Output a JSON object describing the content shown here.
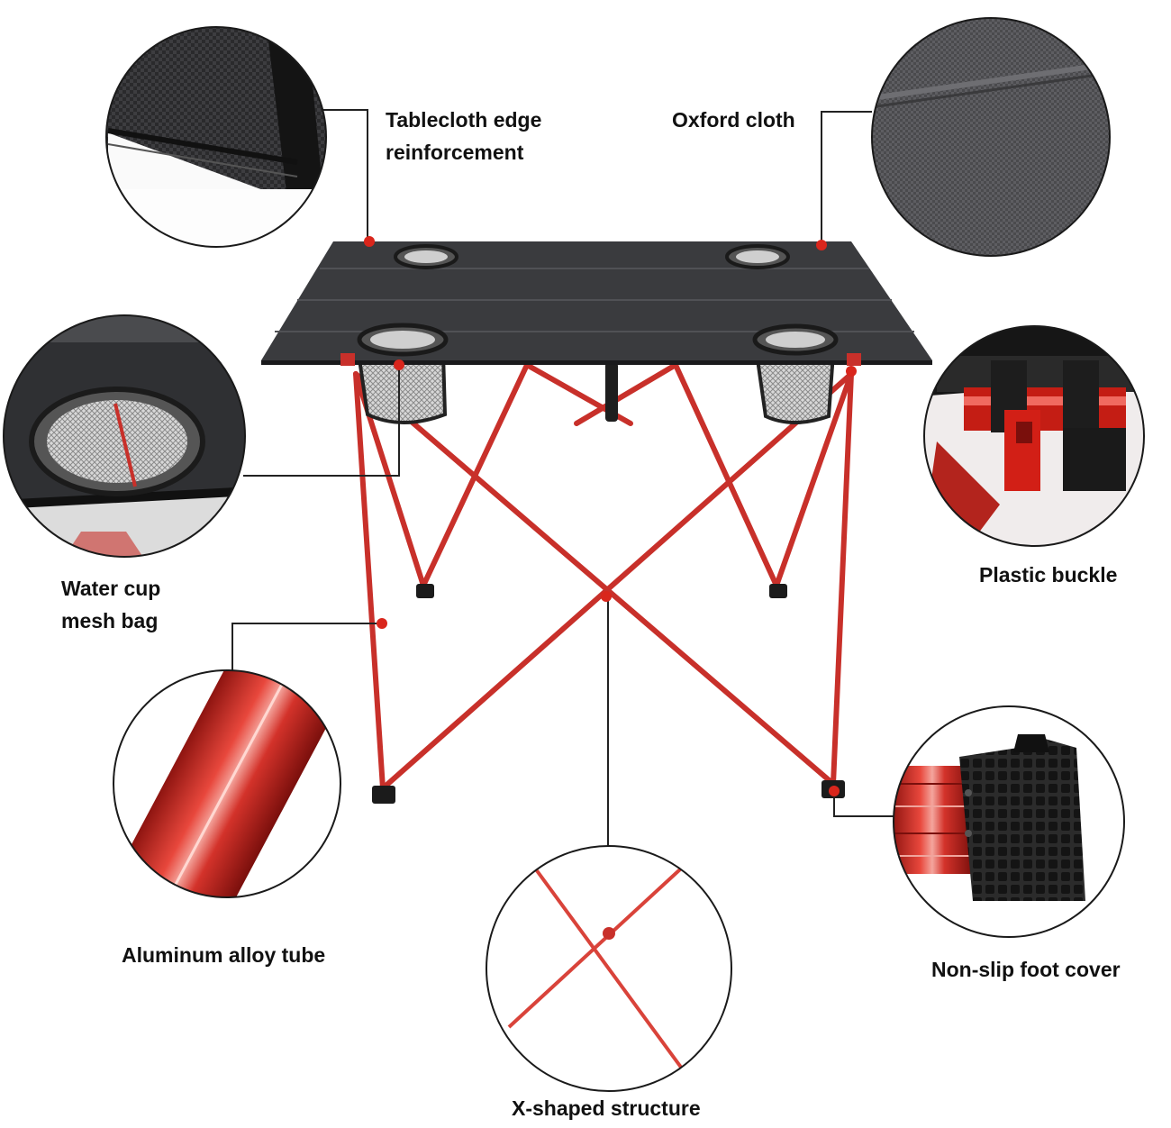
{
  "colors": {
    "frame_red": "#c8302a",
    "marker_red": "#d9261c",
    "tabletop": "#3a3b3e",
    "callout_line": "#222222",
    "circle_border": "#1a1a1a"
  },
  "callouts": {
    "tablecloth_edge": {
      "line1": "Tablecloth edge",
      "line2": "reinforcement",
      "icon": "fabric-edge-closeup"
    },
    "oxford_cloth": {
      "line1": "Oxford cloth",
      "icon": "oxford-fabric-closeup"
    },
    "water_cup": {
      "line1": "Water cup",
      "line2": "mesh bag",
      "icon": "cup-holder-closeup"
    },
    "plastic_buckle": {
      "line1": "Plastic buckle",
      "icon": "buckle-closeup"
    },
    "aluminum_tube": {
      "line1": "Aluminum alloy tube",
      "icon": "tube-closeup"
    },
    "non_slip_foot": {
      "line1": "Non-slip foot cover",
      "icon": "foot-cover-closeup"
    },
    "x_structure": {
      "line1": "X-shaped structure",
      "icon": "x-frame-closeup"
    }
  }
}
